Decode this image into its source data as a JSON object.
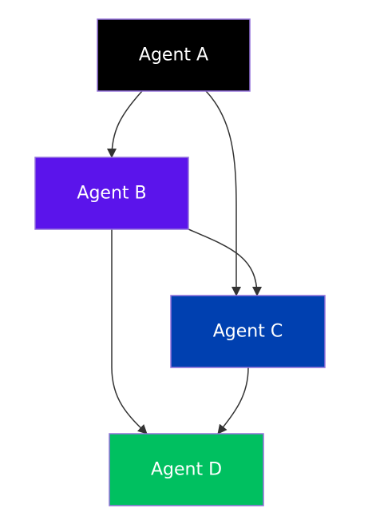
{
  "nodes": [
    {
      "id": "a",
      "label": "Agent A",
      "fill": "#000000"
    },
    {
      "id": "b",
      "label": "Agent B",
      "fill": "#5b14eb"
    },
    {
      "id": "c",
      "label": "Agent C",
      "fill": "#0040b0"
    },
    {
      "id": "d",
      "label": "Agent D",
      "fill": "#00c060"
    }
  ],
  "edges": [
    {
      "from": "a",
      "to": "b"
    },
    {
      "from": "a",
      "to": "c"
    },
    {
      "from": "b",
      "to": "c"
    },
    {
      "from": "b",
      "to": "d"
    },
    {
      "from": "c",
      "to": "d"
    }
  ],
  "colors": {
    "node_border": "#9370db",
    "edge": "#333333",
    "label": "#ffffff"
  }
}
